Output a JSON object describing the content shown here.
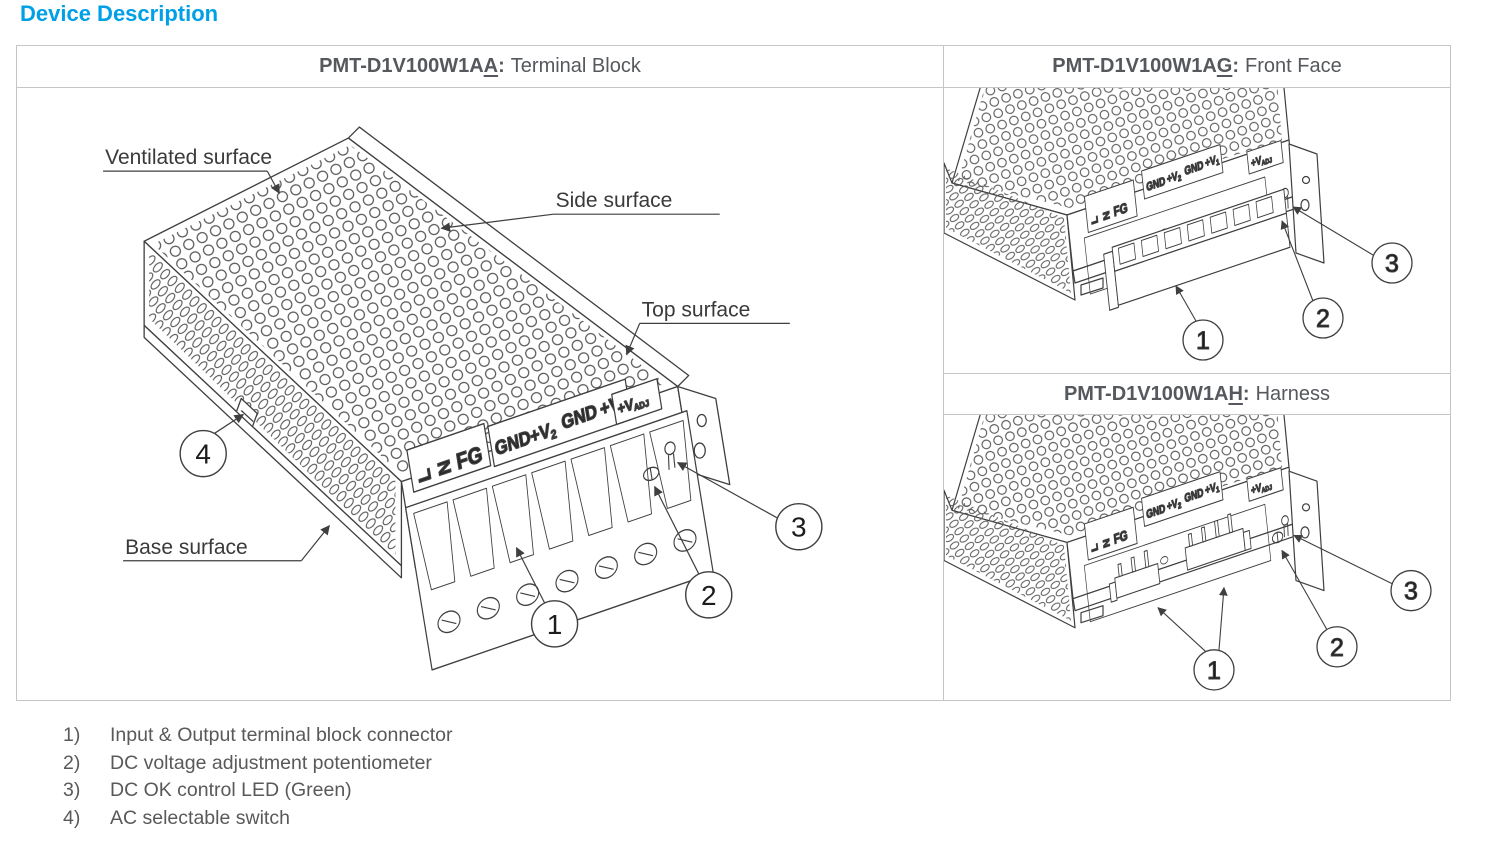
{
  "title": "Device Description",
  "colors": {
    "accent": "#00a0e6",
    "header_text": "#55585c",
    "body_text": "#595959",
    "drawing_line": "#3f3f3f",
    "table_border": "#c5c5c5"
  },
  "panels": {
    "terminal_block": {
      "model": "PMT-D1V100W1A",
      "suffix": "A",
      "colon": ":",
      "variant": "Terminal Block",
      "surfaces": {
        "ventilated": "Ventilated surface",
        "side": "Side surface",
        "top": "Top surface",
        "base": "Base surface"
      },
      "callouts": {
        "c1": "1",
        "c2": "2",
        "c3": "3",
        "c4": "4"
      }
    },
    "front_face": {
      "model": "PMT-D1V100W1A",
      "suffix": "G",
      "colon": ":",
      "variant": "Front Face",
      "callouts": {
        "c1": "1",
        "c2": "2",
        "c3": "3"
      }
    },
    "harness": {
      "model": "PMT-D1V100W1A",
      "suffix": "H",
      "colon": ":",
      "variant": "Harness",
      "callouts": {
        "c1": "1",
        "c2": "2",
        "c3": "3"
      }
    }
  },
  "terminal_labels": {
    "line_l": "L",
    "neutral_n": "N",
    "fg": "FG",
    "gnd": "GND",
    "v_prefix": "+V",
    "v1_sub": "1",
    "v2_sub": "2",
    "vadj_sub": "ADJ"
  },
  "legend": {
    "items": [
      {
        "num": "1)",
        "text": "Input & Output terminal block connector"
      },
      {
        "num": "2)",
        "text": "DC voltage adjustment potentiometer"
      },
      {
        "num": "3)",
        "text": "DC OK control LED (Green)"
      },
      {
        "num": "4)",
        "text": "AC selectable switch"
      }
    ]
  }
}
